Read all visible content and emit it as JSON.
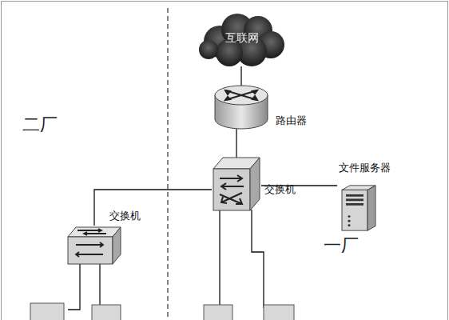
{
  "diagram": {
    "nodes": [
      {
        "text": [
          "互联网"
        ]
      },
      {
        "text": [
          "路由器"
        ]
      },
      {
        "text": [
          "交换机"
        ]
      },
      {
        "text": [
          "文件服务器"
        ]
      },
      {
        "text": [
          "交换机"
        ]
      }
    ],
    "edges": [
      {
        "from": 0,
        "to": 1,
        "arrow": "none"
      },
      {
        "from": 1,
        "to": 2,
        "arrow": "none"
      },
      {
        "from": 2,
        "to": 3,
        "arrow": "none"
      },
      {
        "from": 2,
        "to": 4,
        "arrow": "none"
      }
    ],
    "labels": [
      "二厂",
      "一厂"
    ]
  }
}
